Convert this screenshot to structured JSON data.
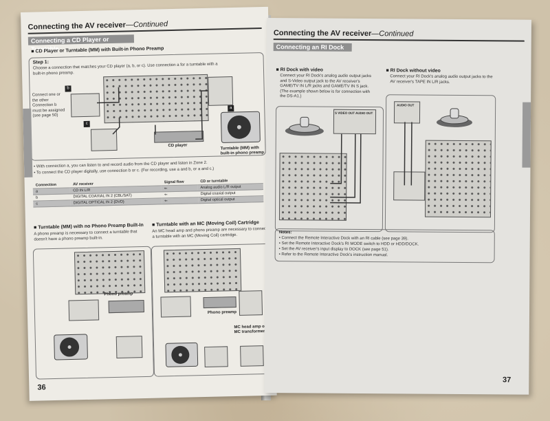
{
  "left_page": {
    "header_title": "Connecting the AV receiver",
    "header_suffix": "—Continued",
    "section_title": "Connecting a CD Player or Turntable",
    "subsection_1": "CD Player or Turntable (MM) with Built-in Phono Preamp",
    "step_label": "Step 1:",
    "step_text": "Choose a connection that matches your CD player (a, b, or c). Use connection a for a turntable with a built-in phono preamp.",
    "side_note": "Connect one or the other Connection b must be assigned (see page 50)",
    "tags": [
      "a",
      "b",
      "c",
      "a"
    ],
    "label_cd_player": "CD player",
    "label_turntable": "Turntable (MM) with built-in phono preamp",
    "bullet_1": "With connection a, you can listen to and record audio from the CD player and listen in Zone 2.",
    "bullet_2": "To connect the CD player digitally, use connection b or c. (For recording, use a and b, or a and c.)",
    "table_headers": [
      "Connection",
      "AV receiver",
      "Signal flow",
      "CD or turntable"
    ],
    "table_rows": [
      {
        "conn": "a",
        "receiver": "CD IN L/R",
        "flow": "⇐",
        "device": "Analog audio L/R output"
      },
      {
        "conn": "b",
        "receiver": "DIGITAL COAXIAL IN 2 (CBL/SAT)",
        "flow": "⇐",
        "device": "Digital coaxial output"
      },
      {
        "conn": "c",
        "receiver": "DIGITAL OPTICAL IN 2 (DVD)",
        "flow": "⇐",
        "device": "Digital optical output"
      }
    ],
    "sub_left_title": "Turntable (MM) with no Phono Preamp Built-In",
    "sub_left_text": "A phono preamp is necessary to connect a turntable that doesn't have a phono preamp built-in.",
    "sub_right_title": "Turntable with an MC (Moving Coil) Cartridge",
    "sub_right_text": "An MC head amp and phono preamp are necessary to connect a turntable with an MC (Moving Coil) cartridge.",
    "label_phono_preamp_1": "Phono preamp",
    "label_phono_preamp_2": "Phono preamp",
    "label_mc_head_amp": "MC head amp or MC transformer",
    "page_number": "36"
  },
  "right_page": {
    "header_title": "Connecting the AV receiver",
    "header_suffix": "—Continued",
    "section_title": "Connecting an RI Dock",
    "sub_1_title": "RI Dock with video",
    "sub_1_text": "Connect your RI Dock's analog audio output jacks and S-Video output jack to the AV receiver's GAME/TV IN L/R jacks and GAME/TV IN S jack. (The example shown below is for connection with the DS-A1.)",
    "sub_2_title": "RI Dock without video",
    "sub_2_text": "Connect your RI Dock's analog audio output jacks to the AV receiver's TAPE IN L/R jacks.",
    "jack_labels": [
      "S VIDEO OUT",
      "AUDIO OUT",
      "AUDIO OUT"
    ],
    "notes_title": "Notes:",
    "notes": [
      "Connect the Remote Interactive Dock with an RI cable (see page 39).",
      "Set the Remote Interactive Dock's RI MODE switch to HDD or HDD/DOCK.",
      "Set the AV receiver's input display to DOCK (see page 51).",
      "Refer to the Remote Interactive Dock's instruction manual."
    ],
    "page_number": "37"
  }
}
